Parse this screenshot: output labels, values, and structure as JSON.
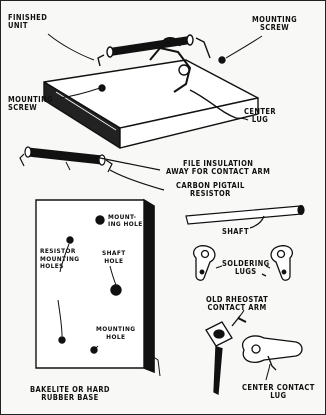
{
  "labels": {
    "finished_unit": "FINISHED\nUNIT",
    "mounting_screw_top": "MOUNTING\nSCREW",
    "mounting_screw_left": "MOUNTING\nSCREW",
    "center_lug": "CENTER\nLUG",
    "file_insulation": "FILE INSULATION\nAWAY FOR CONTACT ARM",
    "carbon_pigtail": "CARBON PIGTAIL\nRESISTOR",
    "mounting_hole_top": "MOUNT-\nING HOLE",
    "resistor_mounting_holes": "RESISTOR\nMOUNTING\nHOLES",
    "shaft_hole": "SHAFT\nHOLE",
    "mounting_hole_bottom": "MOUNTING\nHOLE",
    "shaft": "SHAFT",
    "soldering_lugs": "SOLDERING\nLUGS",
    "old_rheostat": "OLD RHEOSTAT\nCONTACT ARM",
    "center_contact_lug": "CENTER CONTACT\nLUG",
    "bakelite_base": "BAKELITE OR HARD\nRUBBER BASE"
  },
  "colors": {
    "ink": "#111111",
    "paper": "#f8f8f6",
    "panel": "#ffffff"
  }
}
